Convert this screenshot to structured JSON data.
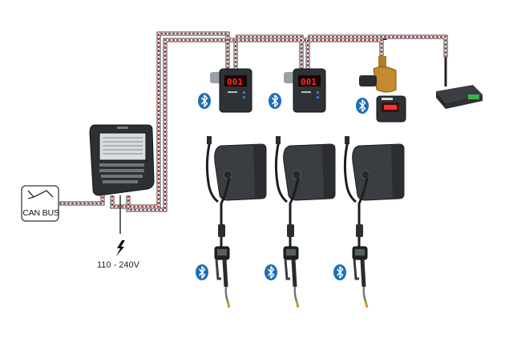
{
  "canbus_label": "CAN BUS",
  "power_label": "110 - 240V",
  "meter_1_display": "001",
  "meter_2_display": "001",
  "colors": {
    "cable_dash": "#8b0f12",
    "cable_outline": "#333333",
    "bluetooth": "#1d6fb8",
    "device_body": "#2e3236",
    "display_red": "#ff2a2a"
  },
  "icons": [
    "bluetooth-icon",
    "lightning-icon",
    "can-bus-icon",
    "antenna-icon"
  ]
}
